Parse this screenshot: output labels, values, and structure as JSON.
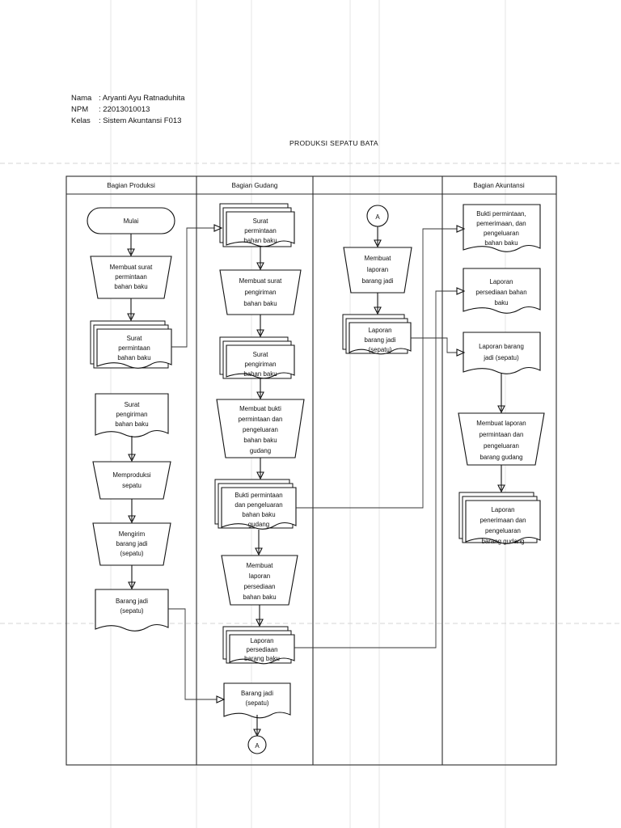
{
  "student": {
    "nama_label": "Nama",
    "nama_value": ": Aryanti Ayu Ratnaduhita",
    "npm_label": "NPM",
    "npm_value": ": 22013010013",
    "kelas_label": "Kelas",
    "kelas_value": ": Sistem Akuntansi F013"
  },
  "diagram": {
    "title": "PRODUKSI SEPATU BATA",
    "columns": [
      {
        "id": "produksi",
        "header": "Bagian Produksi"
      },
      {
        "id": "gudang",
        "header": "Bagian Gudang"
      },
      {
        "id": "kosong",
        "header": ""
      },
      {
        "id": "akuntansi",
        "header": "Bagian Akuntansi"
      }
    ],
    "nodes": {
      "p1": {
        "label": "Mulai",
        "shape": "terminator"
      },
      "p2": {
        "label": "Membuat surat\npermintaan\nbahan baku",
        "shape": "manual"
      },
      "p3": {
        "label": "Surat\npermintaan\nbahan baku",
        "shape": "multidoc"
      },
      "p4": {
        "label": "Surat\npengiriman\nbahan baku",
        "shape": "document"
      },
      "p5": {
        "label": "Memproduksi\nsepatu",
        "shape": "manual"
      },
      "p6": {
        "label": "Mengirim\nbarang jadi\n(sepatu)",
        "shape": "manual"
      },
      "p7": {
        "label": "Barang jadi\n(sepatu)",
        "shape": "document"
      },
      "g1": {
        "label": "Surat\npermintaan\nbahan baku",
        "shape": "multidoc"
      },
      "g2": {
        "label": "Membuat surat\npengiriman\nbahan baku",
        "shape": "manual"
      },
      "g3": {
        "label": "Surat\npengiriman\nbahan baku",
        "shape": "multidoc"
      },
      "g4": {
        "label": "Membuat bukti\npermintaan dan\npengeluaran\nbahan baku\ngudang",
        "shape": "manual"
      },
      "g5": {
        "label": "Bukti permintaan\ndan pengeluaran\nbahan baku\ngudang",
        "shape": "multidoc"
      },
      "g6": {
        "label": "Membuat\nlaporan\npersediaan\nbahan baku",
        "shape": "manual"
      },
      "g7": {
        "label": "Laporan\npersediaan\nbarang baku",
        "shape": "multidoc"
      },
      "g8": {
        "label": "Barang jadi\n(sepatu)",
        "shape": "document"
      },
      "g9": {
        "label": "A",
        "shape": "connector"
      },
      "k1": {
        "label": "A",
        "shape": "connector"
      },
      "k2": {
        "label": "Membuat\nlaporan\nbarang jadi",
        "shape": "manual"
      },
      "k3": {
        "label": "Laporan\nbarang jadi\n(sepatu)",
        "shape": "multidoc"
      },
      "a1": {
        "label": "Bukti permintaan,\npemerimaan, dan\npengeluaran\nbahan baku",
        "shape": "document"
      },
      "a2": {
        "label": "Laporan\npersediaan bahan\nbaku",
        "shape": "document"
      },
      "a3": {
        "label": "Laporan barang\njadi (sepatu)",
        "shape": "document"
      },
      "a4": {
        "label": "Membuat laporan\npermintaan dan\npengeluaran\nbarang gudang",
        "shape": "manual"
      },
      "a5": {
        "label": "Laporan\npenerimaan dan\npengeluaran\nbarang gudang",
        "shape": "multidoc"
      }
    }
  },
  "colors": {
    "stroke": "#111111",
    "frame": "#2b2b2b",
    "guide": "#c9c9c9",
    "background": "#ffffff"
  }
}
